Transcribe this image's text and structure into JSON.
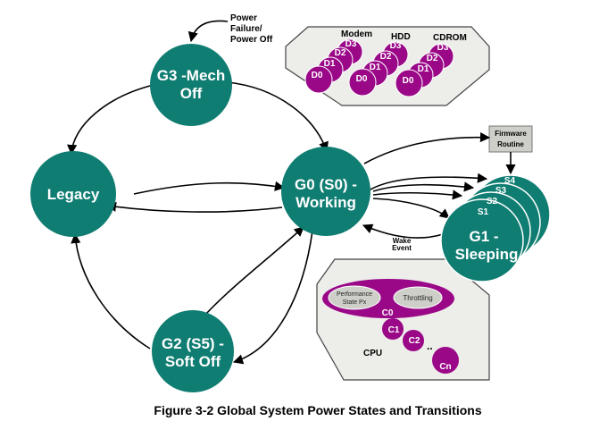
{
  "colors": {
    "state": "#107d72",
    "device": "#9a0888",
    "panel": "#ededea",
    "panel_border": "#444444",
    "gray_oval": "#cfcfc9"
  },
  "states": {
    "g3": {
      "line1": "G3 -Mech",
      "line2": "Off"
    },
    "legacy": {
      "label": "Legacy"
    },
    "g0": {
      "line1": "G0 (S0) -",
      "line2": "Working"
    },
    "g1": {
      "line1": "G1 -",
      "line2": "Sleeping"
    },
    "g2": {
      "line1": "G2 (S5) -",
      "line2": "Soft Off"
    }
  },
  "sleep_states": [
    "S4",
    "S3",
    "S2",
    "S1"
  ],
  "power_failure": [
    "Power",
    "Failure/",
    "Power Off"
  ],
  "firmware": [
    "Firmware",
    "Routine"
  ],
  "wake_event": [
    "Wake",
    "Event"
  ],
  "devices": {
    "modem": {
      "name": "Modem",
      "states": [
        "D3",
        "D2",
        "D1",
        "D0"
      ]
    },
    "hdd": {
      "name": "HDD",
      "states": [
        "D3",
        "D2",
        "D1",
        "D0"
      ]
    },
    "cdrom": {
      "name": "CDROM",
      "states": [
        "D3",
        "D2",
        "D1",
        "D0"
      ]
    }
  },
  "cpu": {
    "label": "CPU",
    "performance": [
      "Performance",
      "State Px"
    ],
    "throttling": "Throttling",
    "states": [
      "C0",
      "C1",
      "C2",
      "Cn"
    ],
    "ellipsis": ".."
  },
  "caption": "Figure 3-2 Global System Power States and Transitions"
}
